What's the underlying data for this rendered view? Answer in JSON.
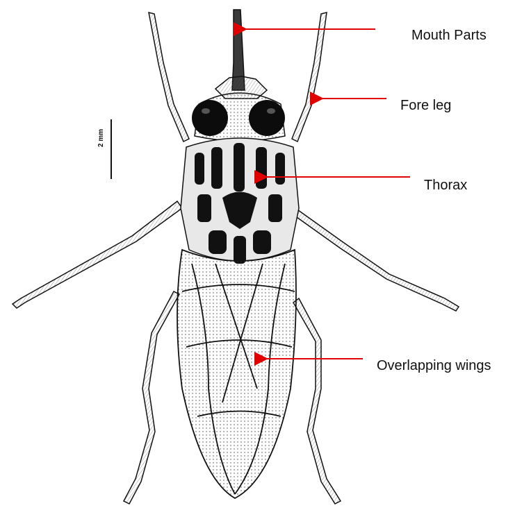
{
  "labels": {
    "mouth_parts": "Mouth Parts",
    "fore_leg": "Fore leg",
    "thorax": "Thorax",
    "overlapping_wings": "Overlapping wings"
  },
  "scale_bar": {
    "text": "2 mm"
  },
  "colors": {
    "arrow": "#e00000",
    "ink": "#111111",
    "background": "#ffffff"
  }
}
